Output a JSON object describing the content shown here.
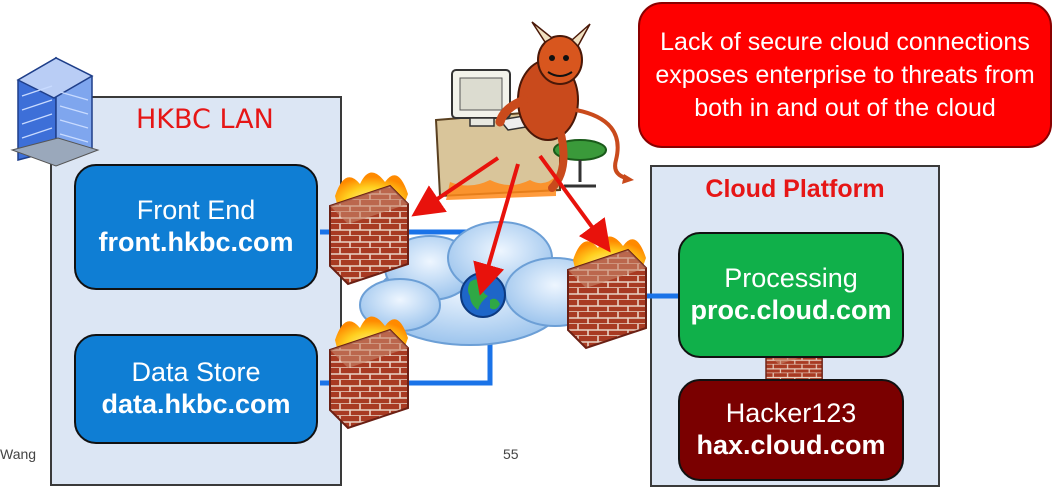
{
  "lan": {
    "title": "HKBC LAN"
  },
  "cloud": {
    "title": "Cloud Platform"
  },
  "callout": {
    "text": "Lack of secure cloud connections exposes enterprise to threats from both in and out of the cloud"
  },
  "nodes": {
    "front_end": {
      "label": "Front End",
      "host": "front.hkbc.com"
    },
    "data_store": {
      "label": "Data Store",
      "host": "data.hkbc.com"
    },
    "processing": {
      "label": "Processing",
      "host": "proc.cloud.com"
    },
    "hacker": {
      "label": "Hacker123",
      "host": "hax.cloud.com"
    }
  },
  "footer": {
    "author": "Wang",
    "page": "55"
  },
  "colors": {
    "lan_node": "#0f7ed4",
    "processing": "#10b04a",
    "hacker": "#7a0000",
    "callout": "#fe0000",
    "title_red": "#e61616",
    "panel": "#dce6f4",
    "link": "#1a73e8"
  }
}
